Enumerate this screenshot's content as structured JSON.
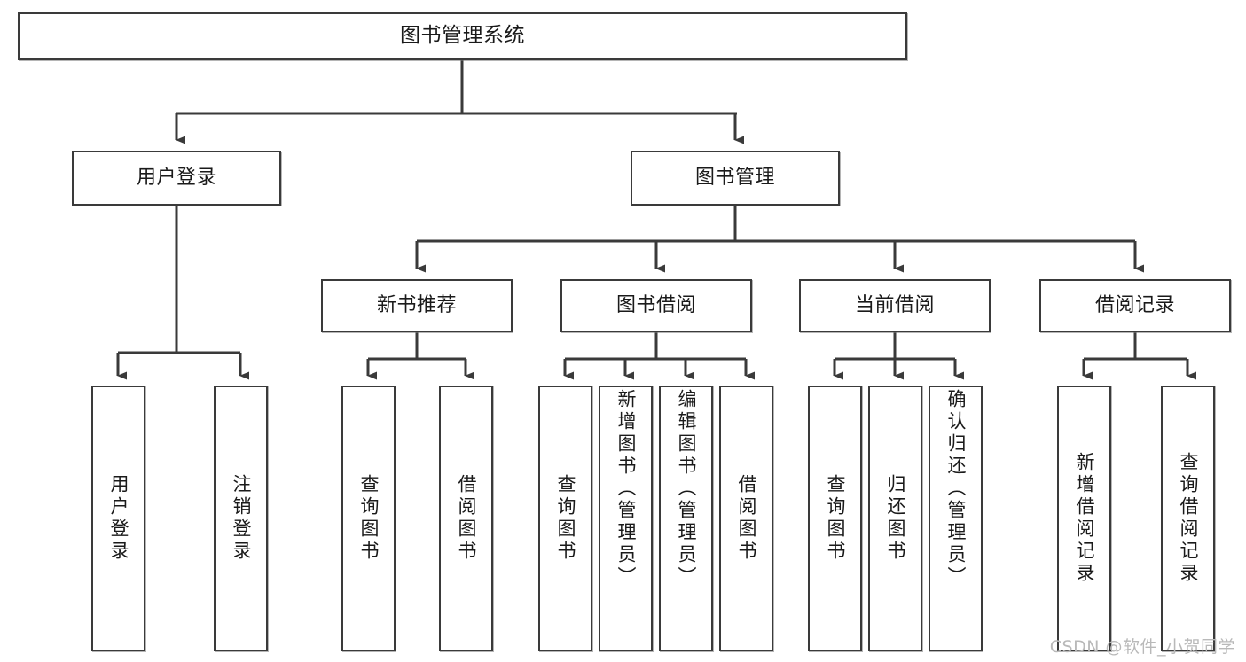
{
  "diagram": {
    "title": "图书管理系统",
    "type": "tree-hierarchy",
    "root": {
      "label": "图书管理系统"
    },
    "level2": [
      {
        "label": "用户登录"
      },
      {
        "label": "图书管理"
      }
    ],
    "level3": [
      {
        "label": "新书推荐"
      },
      {
        "label": "图书借阅"
      },
      {
        "label": "当前借阅"
      },
      {
        "label": "借阅记录"
      }
    ],
    "leaves": [
      {
        "label": "用户登录",
        "parent": "用户登录"
      },
      {
        "label": "注销登录",
        "parent": "用户登录"
      },
      {
        "label": "查询图书",
        "parent": "新书推荐"
      },
      {
        "label": "借阅图书",
        "parent": "新书推荐"
      },
      {
        "label": "查询图书",
        "parent": "图书借阅"
      },
      {
        "label": "新增图书（管理员）",
        "parent": "图书借阅"
      },
      {
        "label": "编辑图书（管理员）",
        "parent": "图书借阅"
      },
      {
        "label": "借阅图书",
        "parent": "图书借阅"
      },
      {
        "label": "查询图书",
        "parent": "当前借阅"
      },
      {
        "label": "归还图书",
        "parent": "当前借阅"
      },
      {
        "label": "确认归还（管理员）",
        "parent": "当前借阅"
      },
      {
        "label": "新增借阅记录",
        "parent": "借阅记录"
      },
      {
        "label": "查询借阅记录",
        "parent": "借阅记录"
      }
    ]
  },
  "watermark": {
    "text": "CSDN @软件_小贺同学"
  },
  "colors": {
    "border": "#3a3a3a",
    "background": "#ffffff",
    "text": "#1a1a1a",
    "watermark": "#b9b9b9",
    "edge": "#3a3a3a"
  }
}
